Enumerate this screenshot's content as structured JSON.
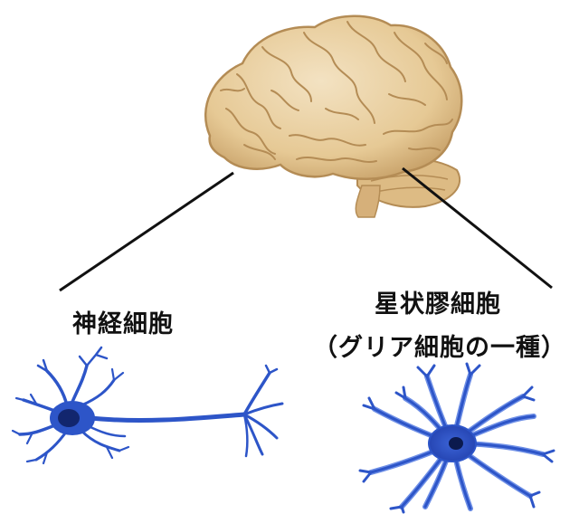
{
  "labels": {
    "neuron": "神経細胞",
    "astrocyte": "星状膠細胞",
    "astrocyte_note": "（グリア細胞の一種）"
  },
  "colors": {
    "brain_fill": "#EBD3A6",
    "brain_shade": "#C9A36B",
    "brain_dark": "#B48C55",
    "cell_blue": "#2D55C8",
    "cell_light": "#6E8FE6",
    "nucleus": "#12266E",
    "line": "#111111"
  },
  "icons": {
    "brain": "brain-illustration",
    "neuron": "neuron-illustration",
    "astrocyte": "astrocyte-illustration"
  }
}
